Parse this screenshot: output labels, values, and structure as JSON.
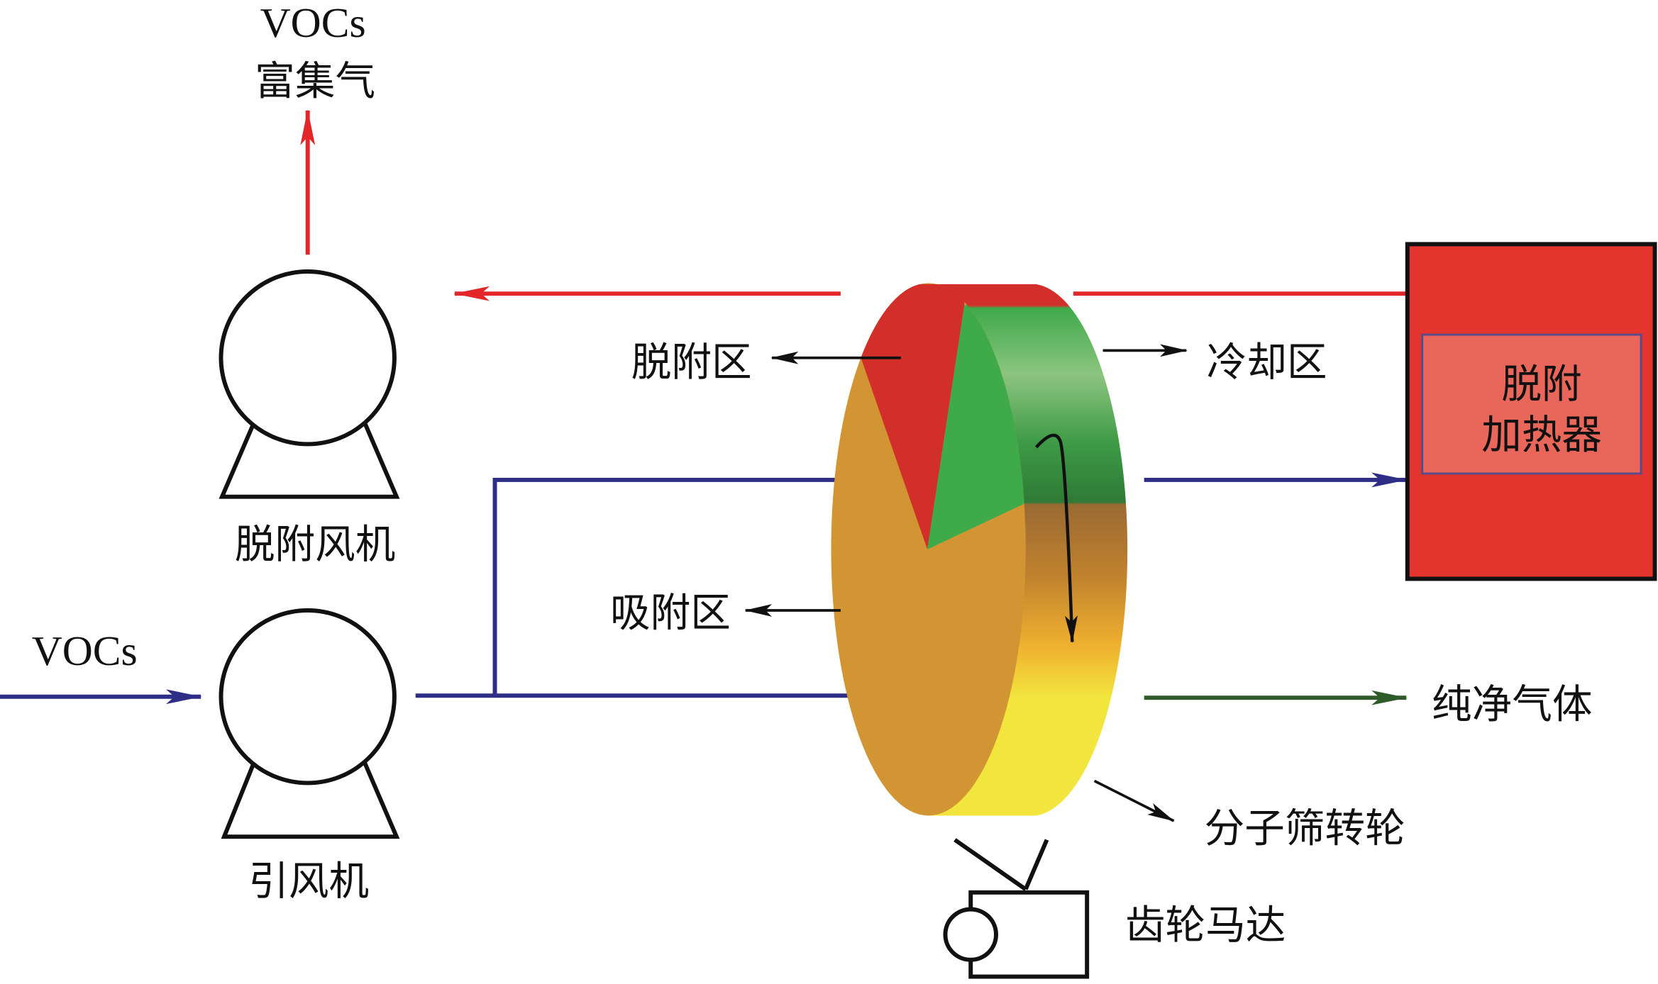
{
  "labels": {
    "vocs_rich_en": "VOCs",
    "vocs_rich_cn": "富集气",
    "desorption_fan": "脱附风机",
    "vocs_inlet": "VOCs",
    "induced_fan": "引风机",
    "desorption_zone": "脱附区",
    "adsorption_zone": "吸附区",
    "cooling_zone": "冷却区",
    "heater_line1": "脱附",
    "heater_line2": "加热器",
    "clean_gas": "纯净气体",
    "sieve_wheel": "分子筛转轮",
    "gear_motor": "齿轮马达"
  },
  "colors": {
    "hot_flow": "#e2262a",
    "process_flow": "#2e2e86",
    "clean_flow": "#2f5a2a",
    "adsorption": "#d39533",
    "desorption": "#d32f2a",
    "cooling": "#3faa4a",
    "heater": "#e3352d",
    "heater_inner": "#e8665a"
  }
}
